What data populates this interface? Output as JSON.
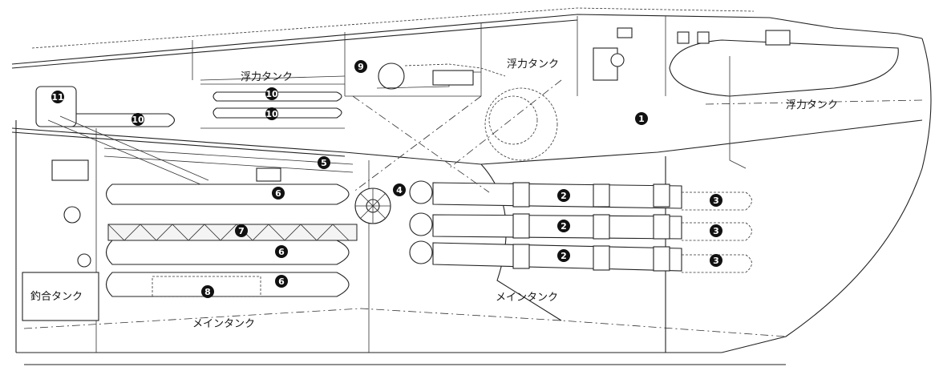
{
  "labels": {
    "buoyancy_tank": "浮力タンク",
    "main_tank": "メインタンク",
    "trim_tank": "釣合タンク"
  },
  "markers": {
    "m1": "1",
    "m2": "2",
    "m3": "3",
    "m4": "4",
    "m5": "5",
    "m6": "6",
    "m7": "7",
    "m8": "8",
    "m9": "9",
    "m10": "10",
    "m11": "11"
  }
}
